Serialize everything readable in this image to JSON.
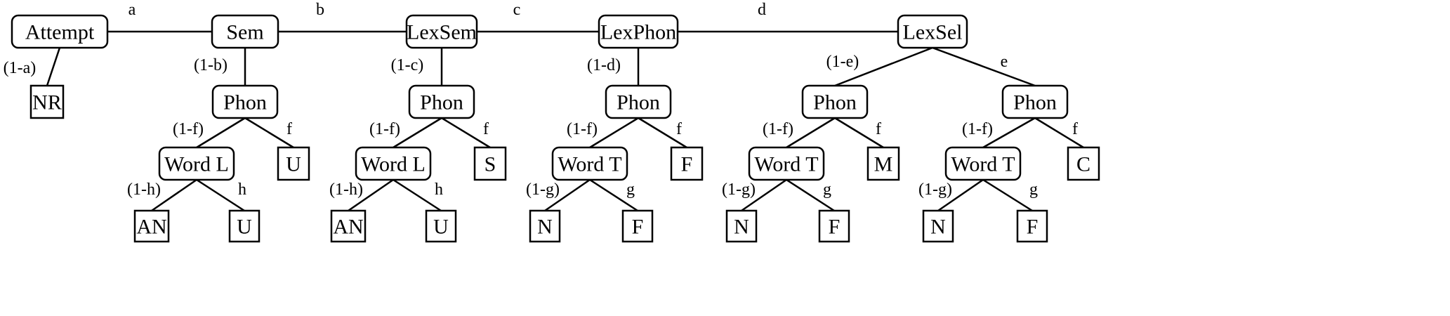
{
  "nodes": [
    {
      "id": "attempt",
      "label": "Attempt",
      "shape": "rounded"
    },
    {
      "id": "sem",
      "label": "Sem",
      "shape": "rounded"
    },
    {
      "id": "lexsem",
      "label": "LexSem",
      "shape": "rounded"
    },
    {
      "id": "lexphon",
      "label": "LexPhon",
      "shape": "rounded"
    },
    {
      "id": "lexsel",
      "label": "LexSel",
      "shape": "rounded"
    },
    {
      "id": "nr",
      "label": "NR",
      "shape": "square"
    },
    {
      "id": "phon1",
      "label": "Phon",
      "shape": "rounded"
    },
    {
      "id": "phon2",
      "label": "Phon",
      "shape": "rounded"
    },
    {
      "id": "phon3",
      "label": "Phon",
      "shape": "rounded"
    },
    {
      "id": "phon4",
      "label": "Phon",
      "shape": "rounded"
    },
    {
      "id": "phon5",
      "label": "Phon",
      "shape": "rounded"
    },
    {
      "id": "wordl1",
      "label": "Word L",
      "shape": "rounded"
    },
    {
      "id": "u1",
      "label": "U",
      "shape": "square"
    },
    {
      "id": "wordl2",
      "label": "Word L",
      "shape": "rounded"
    },
    {
      "id": "s1",
      "label": "S",
      "shape": "square"
    },
    {
      "id": "wordt3",
      "label": "Word T",
      "shape": "rounded"
    },
    {
      "id": "f3",
      "label": "F",
      "shape": "square"
    },
    {
      "id": "wordt4",
      "label": "Word T",
      "shape": "rounded"
    },
    {
      "id": "m4",
      "label": "M",
      "shape": "square"
    },
    {
      "id": "wordt5",
      "label": "Word T",
      "shape": "rounded"
    },
    {
      "id": "c5",
      "label": "C",
      "shape": "square"
    },
    {
      "id": "an1",
      "label": "AN",
      "shape": "square"
    },
    {
      "id": "u1b",
      "label": "U",
      "shape": "square"
    },
    {
      "id": "an2",
      "label": "AN",
      "shape": "square"
    },
    {
      "id": "u2b",
      "label": "U",
      "shape": "square"
    },
    {
      "id": "n3",
      "label": "N",
      "shape": "square"
    },
    {
      "id": "f3b",
      "label": "F",
      "shape": "square"
    },
    {
      "id": "n4",
      "label": "N",
      "shape": "square"
    },
    {
      "id": "f4b",
      "label": "F",
      "shape": "square"
    },
    {
      "id": "n5",
      "label": "N",
      "shape": "square"
    },
    {
      "id": "f5b",
      "label": "F",
      "shape": "square"
    }
  ],
  "edges": [
    {
      "from": "attempt",
      "to": "sem",
      "label": "a"
    },
    {
      "from": "sem",
      "to": "lexsem",
      "label": "b"
    },
    {
      "from": "lexsem",
      "to": "lexphon",
      "label": "c"
    },
    {
      "from": "lexphon",
      "to": "lexsel",
      "label": "d"
    },
    {
      "from": "attempt",
      "to": "nr",
      "label": "(1-a)"
    },
    {
      "from": "sem",
      "to": "phon1",
      "label": "(1-b)"
    },
    {
      "from": "lexsem",
      "to": "phon2",
      "label": "(1-c)"
    },
    {
      "from": "lexphon",
      "to": "phon3",
      "label": "(1-d)"
    },
    {
      "from": "lexsel",
      "to": "phon4",
      "label": "(1-e)"
    },
    {
      "from": "lexsel",
      "to": "phon5",
      "label": "e"
    },
    {
      "from": "phon1",
      "to": "wordl1",
      "label": "(1-f)"
    },
    {
      "from": "phon1",
      "to": "u1",
      "label": "f"
    },
    {
      "from": "phon2",
      "to": "wordl2",
      "label": "(1-f)"
    },
    {
      "from": "phon2",
      "to": "s1",
      "label": "f"
    },
    {
      "from": "phon3",
      "to": "wordt3",
      "label": "(1-f)"
    },
    {
      "from": "phon3",
      "to": "f3",
      "label": "f"
    },
    {
      "from": "phon4",
      "to": "wordt4",
      "label": "(1-f)"
    },
    {
      "from": "phon4",
      "to": "m4",
      "label": "f"
    },
    {
      "from": "phon5",
      "to": "wordt5",
      "label": "(1-f)"
    },
    {
      "from": "phon5",
      "to": "c5",
      "label": "f"
    },
    {
      "from": "wordl1",
      "to": "an1",
      "label": "(1-h)"
    },
    {
      "from": "wordl1",
      "to": "u1b",
      "label": "h"
    },
    {
      "from": "wordl2",
      "to": "an2",
      "label": "(1-h)"
    },
    {
      "from": "wordl2",
      "to": "u2b",
      "label": "h"
    },
    {
      "from": "wordt3",
      "to": "n3",
      "label": "(1-g)"
    },
    {
      "from": "wordt3",
      "to": "f3b",
      "label": "g"
    },
    {
      "from": "wordt4",
      "to": "n4",
      "label": "(1-g)"
    },
    {
      "from": "wordt4",
      "to": "f4b",
      "label": "g"
    },
    {
      "from": "wordt5",
      "to": "n5",
      "label": "(1-g)"
    },
    {
      "from": "wordt5",
      "to": "f5b",
      "label": "g"
    }
  ]
}
